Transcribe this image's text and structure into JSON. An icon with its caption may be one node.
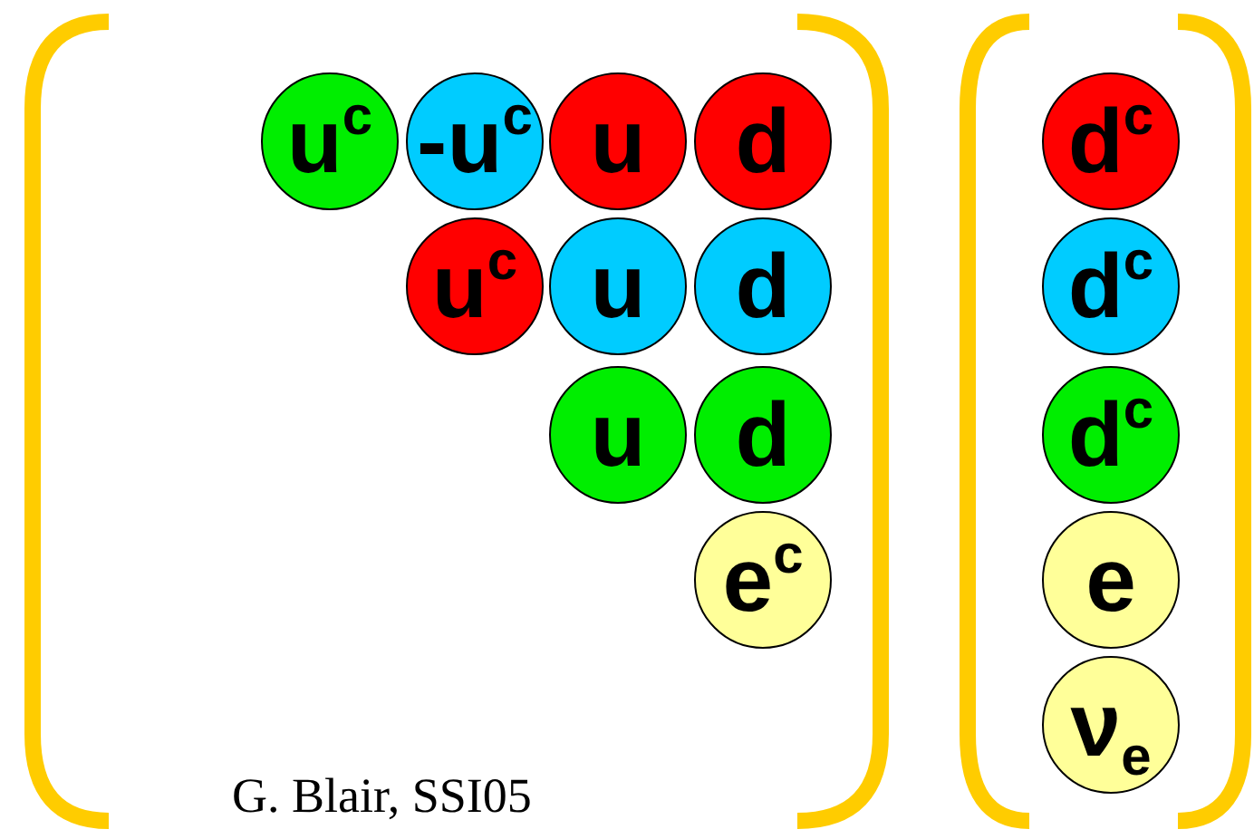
{
  "diagram": {
    "caption": "G. Blair, SSI05",
    "nodes": [
      {
        "text": [
          "u$^{c}$"
        ]
      },
      {
        "text": [
          "-u$^{c}$"
        ]
      },
      {
        "text": [
          "u"
        ]
      },
      {
        "text": [
          "d"
        ]
      },
      {
        "text": [
          "u$^{c}$"
        ]
      },
      {
        "text": [
          "u"
        ]
      },
      {
        "text": [
          "d"
        ]
      },
      {
        "text": [
          "u"
        ]
      },
      {
        "text": [
          "d"
        ]
      },
      {
        "text": [
          "e$^{c}$"
        ]
      },
      {
        "text": [
          "d$^{c}$"
        ]
      },
      {
        "text": [
          "d$^{c}$"
        ]
      },
      {
        "text": [
          "d$^{c}$"
        ]
      },
      {
        "text": [
          "e"
        ]
      },
      {
        "text": [
          "ν$_{e}$"
        ]
      }
    ]
  }
}
